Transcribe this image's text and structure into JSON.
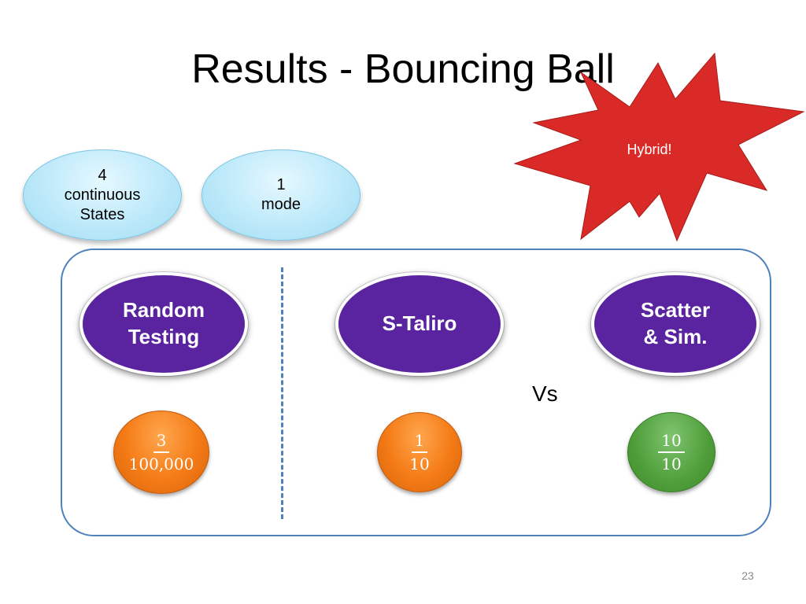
{
  "title": "Results - Bouncing Ball",
  "callout": {
    "label": "Hybrid!",
    "color": "#d92a27"
  },
  "model_info": [
    {
      "lines": [
        "4",
        "continuous",
        "States"
      ]
    },
    {
      "lines": [
        "1",
        "mode"
      ]
    }
  ],
  "methods": [
    {
      "lines": [
        "Random",
        "Testing"
      ]
    },
    {
      "lines": [
        "S-Taliro"
      ]
    },
    {
      "lines": [
        "Scatter",
        "& Sim."
      ]
    }
  ],
  "vs_label": "Vs",
  "results": [
    {
      "numerator": "3",
      "denominator": "100,000",
      "color": "#f47b16"
    },
    {
      "numerator": "1",
      "denominator": "10",
      "color": "#f47b16"
    },
    {
      "numerator": "10",
      "denominator": "10",
      "color": "#4f9e3a"
    }
  ],
  "slide_number": "23"
}
